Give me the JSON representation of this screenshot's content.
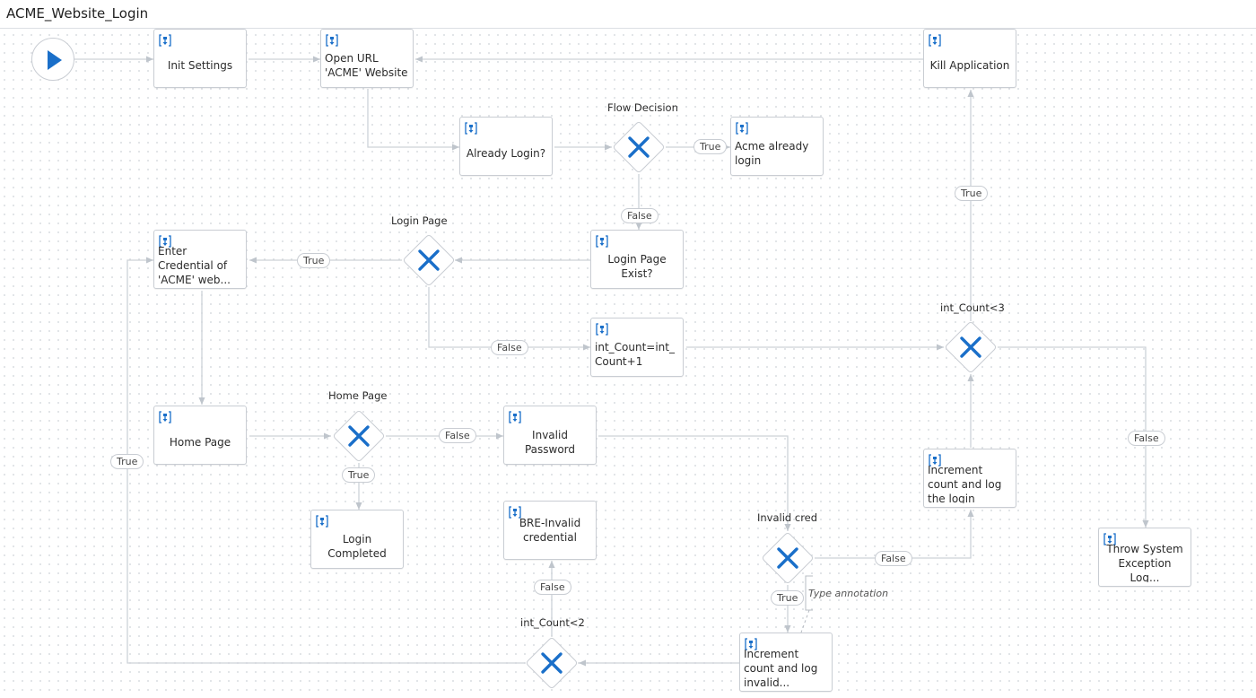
{
  "window": {
    "title": "ACME_Website_Login"
  },
  "icons": {
    "activity": "flowchart-activity-icon",
    "decision": "decision-x-icon",
    "start": "play-icon"
  },
  "colors": {
    "accent": "#1a6fc9",
    "edge": "#cdd2d8",
    "border": "#c9cdd3"
  },
  "nodes": {
    "init_settings": "Init Settings",
    "open_url": "Open URL 'ACME' Website",
    "kill_application": "Kill Application",
    "already_login": "Already Login?",
    "acme_already_login": "Acme already login",
    "login_page_exist": "Login Page Exist?",
    "enter_credential": "Enter Credential of 'ACME' web...",
    "int_count_inc": "int_Count=int_Count+1",
    "home_page": "Home Page",
    "invalid_password": "Invalid Password",
    "increment_count_login": "Increment count and log the login",
    "login_completed": "Login Completed",
    "bre_invalid": "BRE-Invalid credential",
    "throw_system": "Throw System Exception Log...",
    "increment_count_invalid": "Increment count and log invalid..."
  },
  "decisions": {
    "flow_decision": "Flow Decision",
    "login_page": "Login Page",
    "int_count_lt3": "int_Count<3",
    "home_page": "Home Page",
    "invalid_cred": "Invalid cred",
    "int_count_lt2": "int_Count<2"
  },
  "edge_labels": {
    "flow_true": "True",
    "flow_false": "False",
    "login_true": "True",
    "login_false": "False",
    "lt3_true": "True",
    "lt3_false": "False",
    "home_false": "False",
    "home_true": "True",
    "invalid_false": "False",
    "invalid_true": "True",
    "lt2_false": "False",
    "lt2_true": "True"
  },
  "annotation": "Type annotation"
}
